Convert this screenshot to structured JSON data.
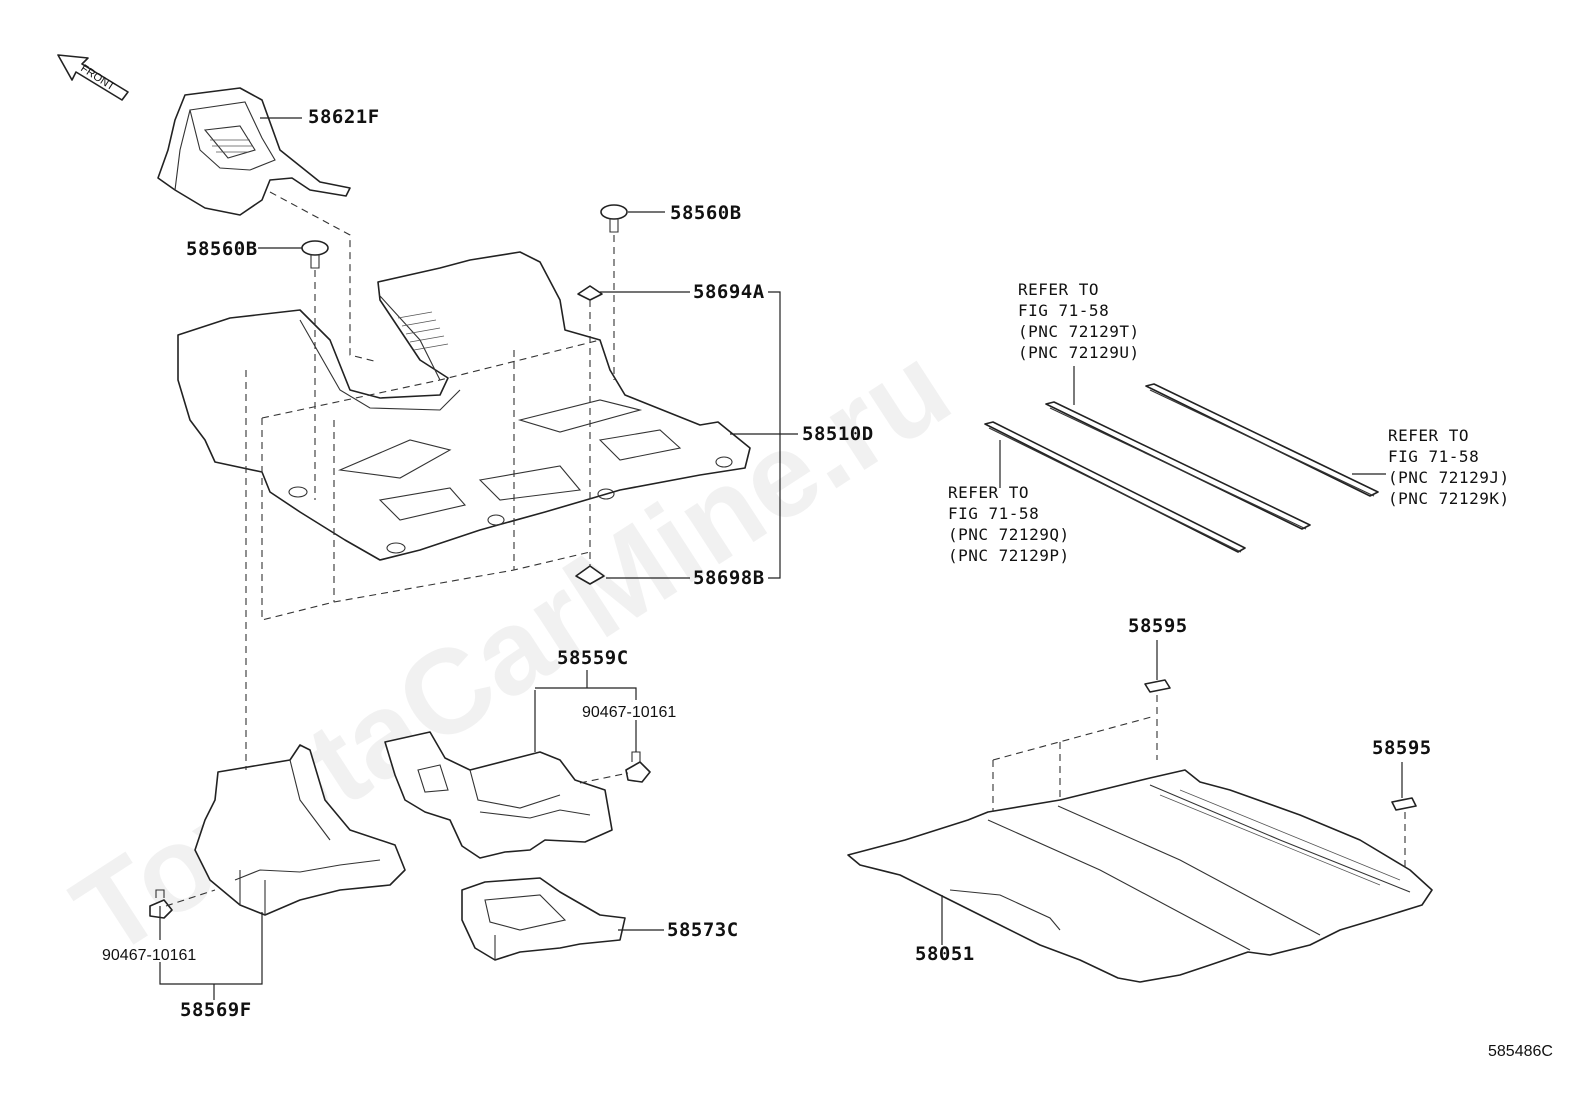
{
  "diagram": {
    "front_label": "FRONT",
    "watermark": "ToyotaCarMine.ru",
    "diagram_id": "585486C",
    "parts": {
      "p58621F": "58621F",
      "p58560B_left": "58560B",
      "p58560B_right": "58560B",
      "p58694A": "58694A",
      "p58510D": "58510D",
      "p58698B": "58698B",
      "p58559C": "58559C",
      "p90467_upper": "90467-10161",
      "p90467_lower": "90467-10161",
      "p58569F": "58569F",
      "p58573C": "58573C",
      "p58595_top": "58595",
      "p58595_right": "58595",
      "p58051": "58051"
    },
    "refer_top": [
      "REFER TO",
      "FIG 71-58",
      "(PNC 72129T)",
      "(PNC 72129U)"
    ],
    "refer_left": [
      "REFER TO",
      "FIG 71-58",
      "(PNC 72129Q)",
      "(PNC 72129P)"
    ],
    "refer_right": [
      "REFER TO",
      "FIG 71-58",
      "(PNC 72129J)",
      "(PNC 72129K)"
    ]
  }
}
